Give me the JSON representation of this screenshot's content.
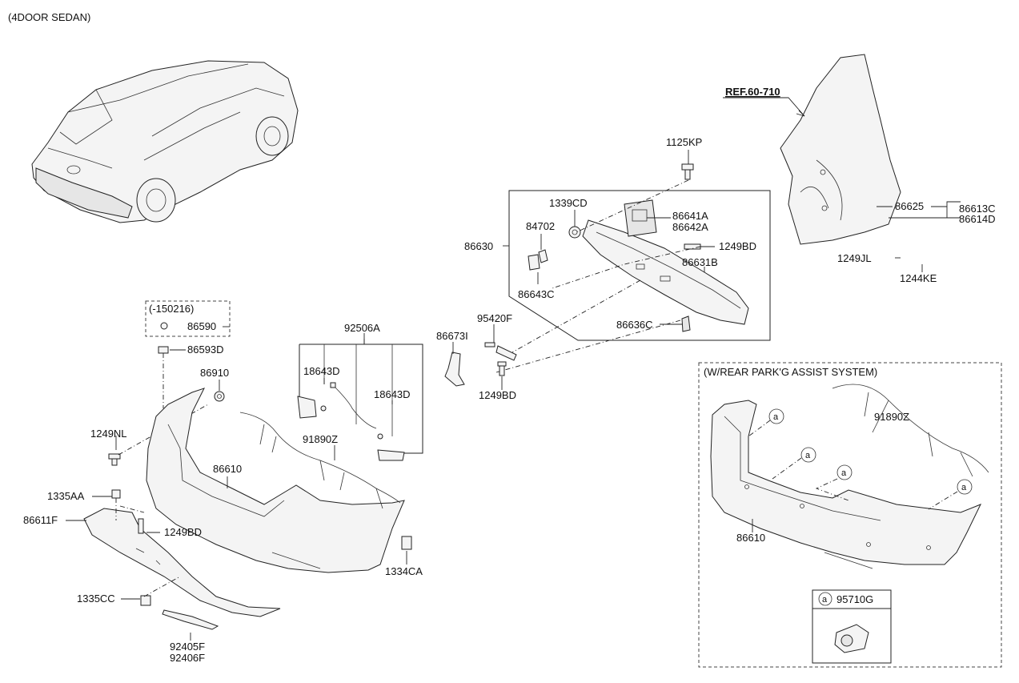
{
  "header": {
    "variant": "(4DOOR SEDAN)"
  },
  "reference": {
    "label": "REF.60-710"
  },
  "notes": {
    "date_range": "(-150216)",
    "assist_title": "(W/REAR PARK'G ASSIST SYSTEM)",
    "circle_marker": "a"
  },
  "parts": {
    "p1125KP": "1125KP",
    "p1339CD": "1339CD",
    "p84702": "84702",
    "p86630": "86630",
    "p86643C": "86643C",
    "p86641A": "86641A",
    "p86642A": "86642A",
    "p1249BD_a": "1249BD",
    "p86631B": "86631B",
    "p86636C": "86636C",
    "p95420F": "95420F",
    "p86673I": "86673I",
    "p1249BD_b": "1249BD",
    "p86625": "86625",
    "p86613C": "86613C",
    "p86614D": "86614D",
    "p1249JL": "1249JL",
    "p1244KE": "1244KE",
    "p86590": "86590",
    "p86593D": "86593D",
    "p86910": "86910",
    "p1249NL": "1249NL",
    "p92506A": "92506A",
    "p18643D_a": "18643D",
    "p18643D_b": "18643D",
    "p91890Z": "91890Z",
    "p86610": "86610",
    "p1335AA": "1335AA",
    "p86611F": "86611F",
    "p1249BD_c": "1249BD",
    "p1334CA": "1334CA",
    "p1335CC": "1335CC",
    "p92405F": "92405F",
    "p92406F": "92406F",
    "p91890Z_b": "91890Z",
    "p86610_b": "86610",
    "p95710G": "95710G"
  }
}
